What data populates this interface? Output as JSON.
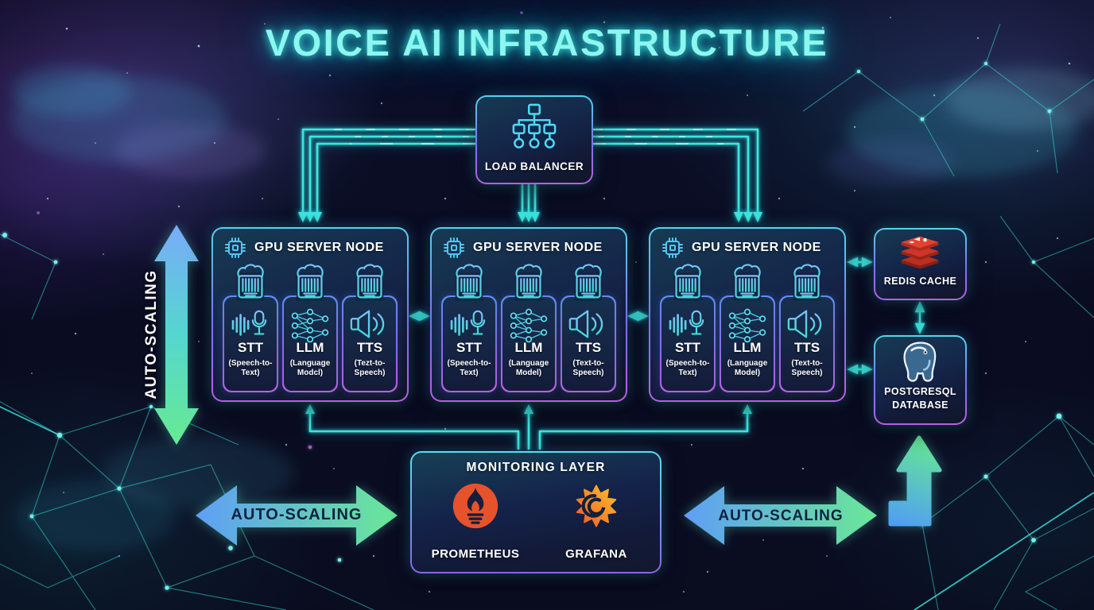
{
  "title": "VOICE AI INFRASTRUCTURE",
  "load_balancer": {
    "label": "LOAD BALANCER",
    "icon": "load-balancer-tree-icon"
  },
  "gpu_nodes": [
    {
      "title": "GPU SERVER NODE",
      "icon": "cpu-chip-icon",
      "modules": [
        {
          "name": "STT",
          "sub": [
            "(Speech-to-",
            "Text)"
          ],
          "icon": "waveform-microphone-icon"
        },
        {
          "name": "LLM",
          "sub": [
            "(Language",
            "Modcl)"
          ],
          "icon": "neural-network-icon"
        },
        {
          "name": "TTS",
          "sub": [
            "(Tezt-to-",
            "Speech)"
          ],
          "icon": "speaker-icon"
        }
      ]
    },
    {
      "title": "GPU SERVER NODE",
      "icon": "cpu-chip-icon",
      "modules": [
        {
          "name": "STT",
          "sub": [
            "(Speech-to-",
            "Text)"
          ],
          "icon": "waveform-microphone-icon"
        },
        {
          "name": "LLM",
          "sub": [
            "(Language",
            "Model)"
          ],
          "icon": "neural-network-icon"
        },
        {
          "name": "TTS",
          "sub": [
            "(Text-to-",
            "Speech)"
          ],
          "icon": "speaker-icon"
        }
      ]
    },
    {
      "title": "GPU SERVER NODE",
      "icon": "cpu-chip-icon",
      "modules": [
        {
          "name": "STT",
          "sub": [
            "(Speech-to-",
            "Text)"
          ],
          "icon": "waveform-microphone-icon"
        },
        {
          "name": "LLM",
          "sub": [
            "(Language",
            "Model)"
          ],
          "icon": "neural-network-icon"
        },
        {
          "name": "TTS",
          "sub": [
            "(Text-to-",
            "Speech)"
          ],
          "icon": "speaker-icon"
        }
      ]
    }
  ],
  "redis": {
    "label": "REDIS CACHE",
    "icon": "redis-stack-logo"
  },
  "postgres": {
    "label": [
      "POSTGRESQL",
      "DATABASE"
    ],
    "icon": "postgresql-elephant-logo"
  },
  "monitoring": {
    "title": "MONITORING LAYER",
    "tools": [
      {
        "name": "PROMETHEUS",
        "icon": "prometheus-flame-logo"
      },
      {
        "name": "GRAFANA",
        "icon": "grafana-spiral-logo"
      }
    ]
  },
  "autoscaling": {
    "left_label": "AUTO-SCALING",
    "bottom_left_label": "AUTO-SCALING",
    "bottom_right_label": "AUTO-SCALING"
  },
  "colors": {
    "accent_cyan": "#3ee6df",
    "arrow_blue": "#5f9ef6",
    "arrow_green": "#6ae897",
    "border_cyan": "#55d4f0",
    "border_purple": "#b95ee6",
    "redis_red": "#d23b2a",
    "prometheus_orange": "#e6522c",
    "grafana_orange_start": "#f1582b",
    "grafana_orange_end": "#fbc22b",
    "postgres_blue": "#3a688f",
    "title_cyan": "#8df6ee"
  }
}
